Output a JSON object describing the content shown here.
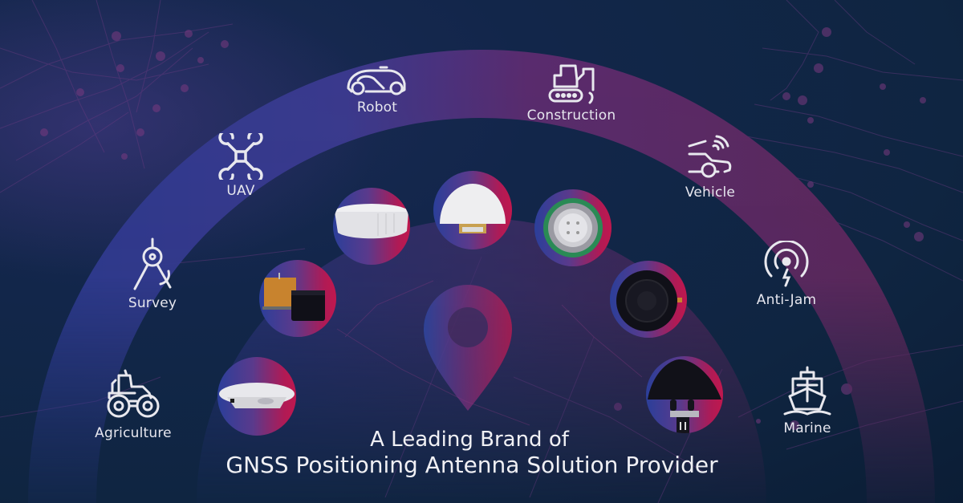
{
  "headline": {
    "line1": "A Leading Brand of",
    "line2": "GNSS Positioning Antenna Solution Provider"
  },
  "applications": [
    {
      "id": "agriculture",
      "label": "Agriculture",
      "icon": "tractor-icon"
    },
    {
      "id": "survey",
      "label": "Survey",
      "icon": "compass-divider-icon"
    },
    {
      "id": "uav",
      "label": "UAV",
      "icon": "drone-icon"
    },
    {
      "id": "robot",
      "label": "Robot",
      "icon": "robot-mower-icon"
    },
    {
      "id": "construction",
      "label": "Construction",
      "icon": "excavator-icon"
    },
    {
      "id": "vehicle",
      "label": "Vehicle",
      "icon": "connected-car-icon"
    },
    {
      "id": "anti-jam",
      "label": "Anti-Jam",
      "icon": "signal-antenna-icon"
    },
    {
      "id": "marine",
      "label": "Marine",
      "icon": "ship-icon"
    }
  ],
  "products": [
    {
      "id": "survey-antenna",
      "icon": "white-saucer-antenna-icon"
    },
    {
      "id": "oem-board-antenna",
      "icon": "board-and-puck-antenna-icon"
    },
    {
      "id": "choke-dome-antenna",
      "icon": "white-cylinder-antenna-icon"
    },
    {
      "id": "dome-antenna",
      "icon": "white-dome-antenna-icon"
    },
    {
      "id": "patch-antenna",
      "icon": "green-ring-patch-antenna-icon"
    },
    {
      "id": "puck-antenna",
      "icon": "black-puck-antenna-icon"
    },
    {
      "id": "marine-antenna",
      "icon": "black-mushroom-antenna-icon"
    }
  ],
  "colors": {
    "background": "#0f2541",
    "arc_blue": "#2c3a8a",
    "arc_magenta": "#5e2a62",
    "accent_red": "#c0184e",
    "accent_blue": "#2b3f9a",
    "text": "#e6e6ee"
  }
}
